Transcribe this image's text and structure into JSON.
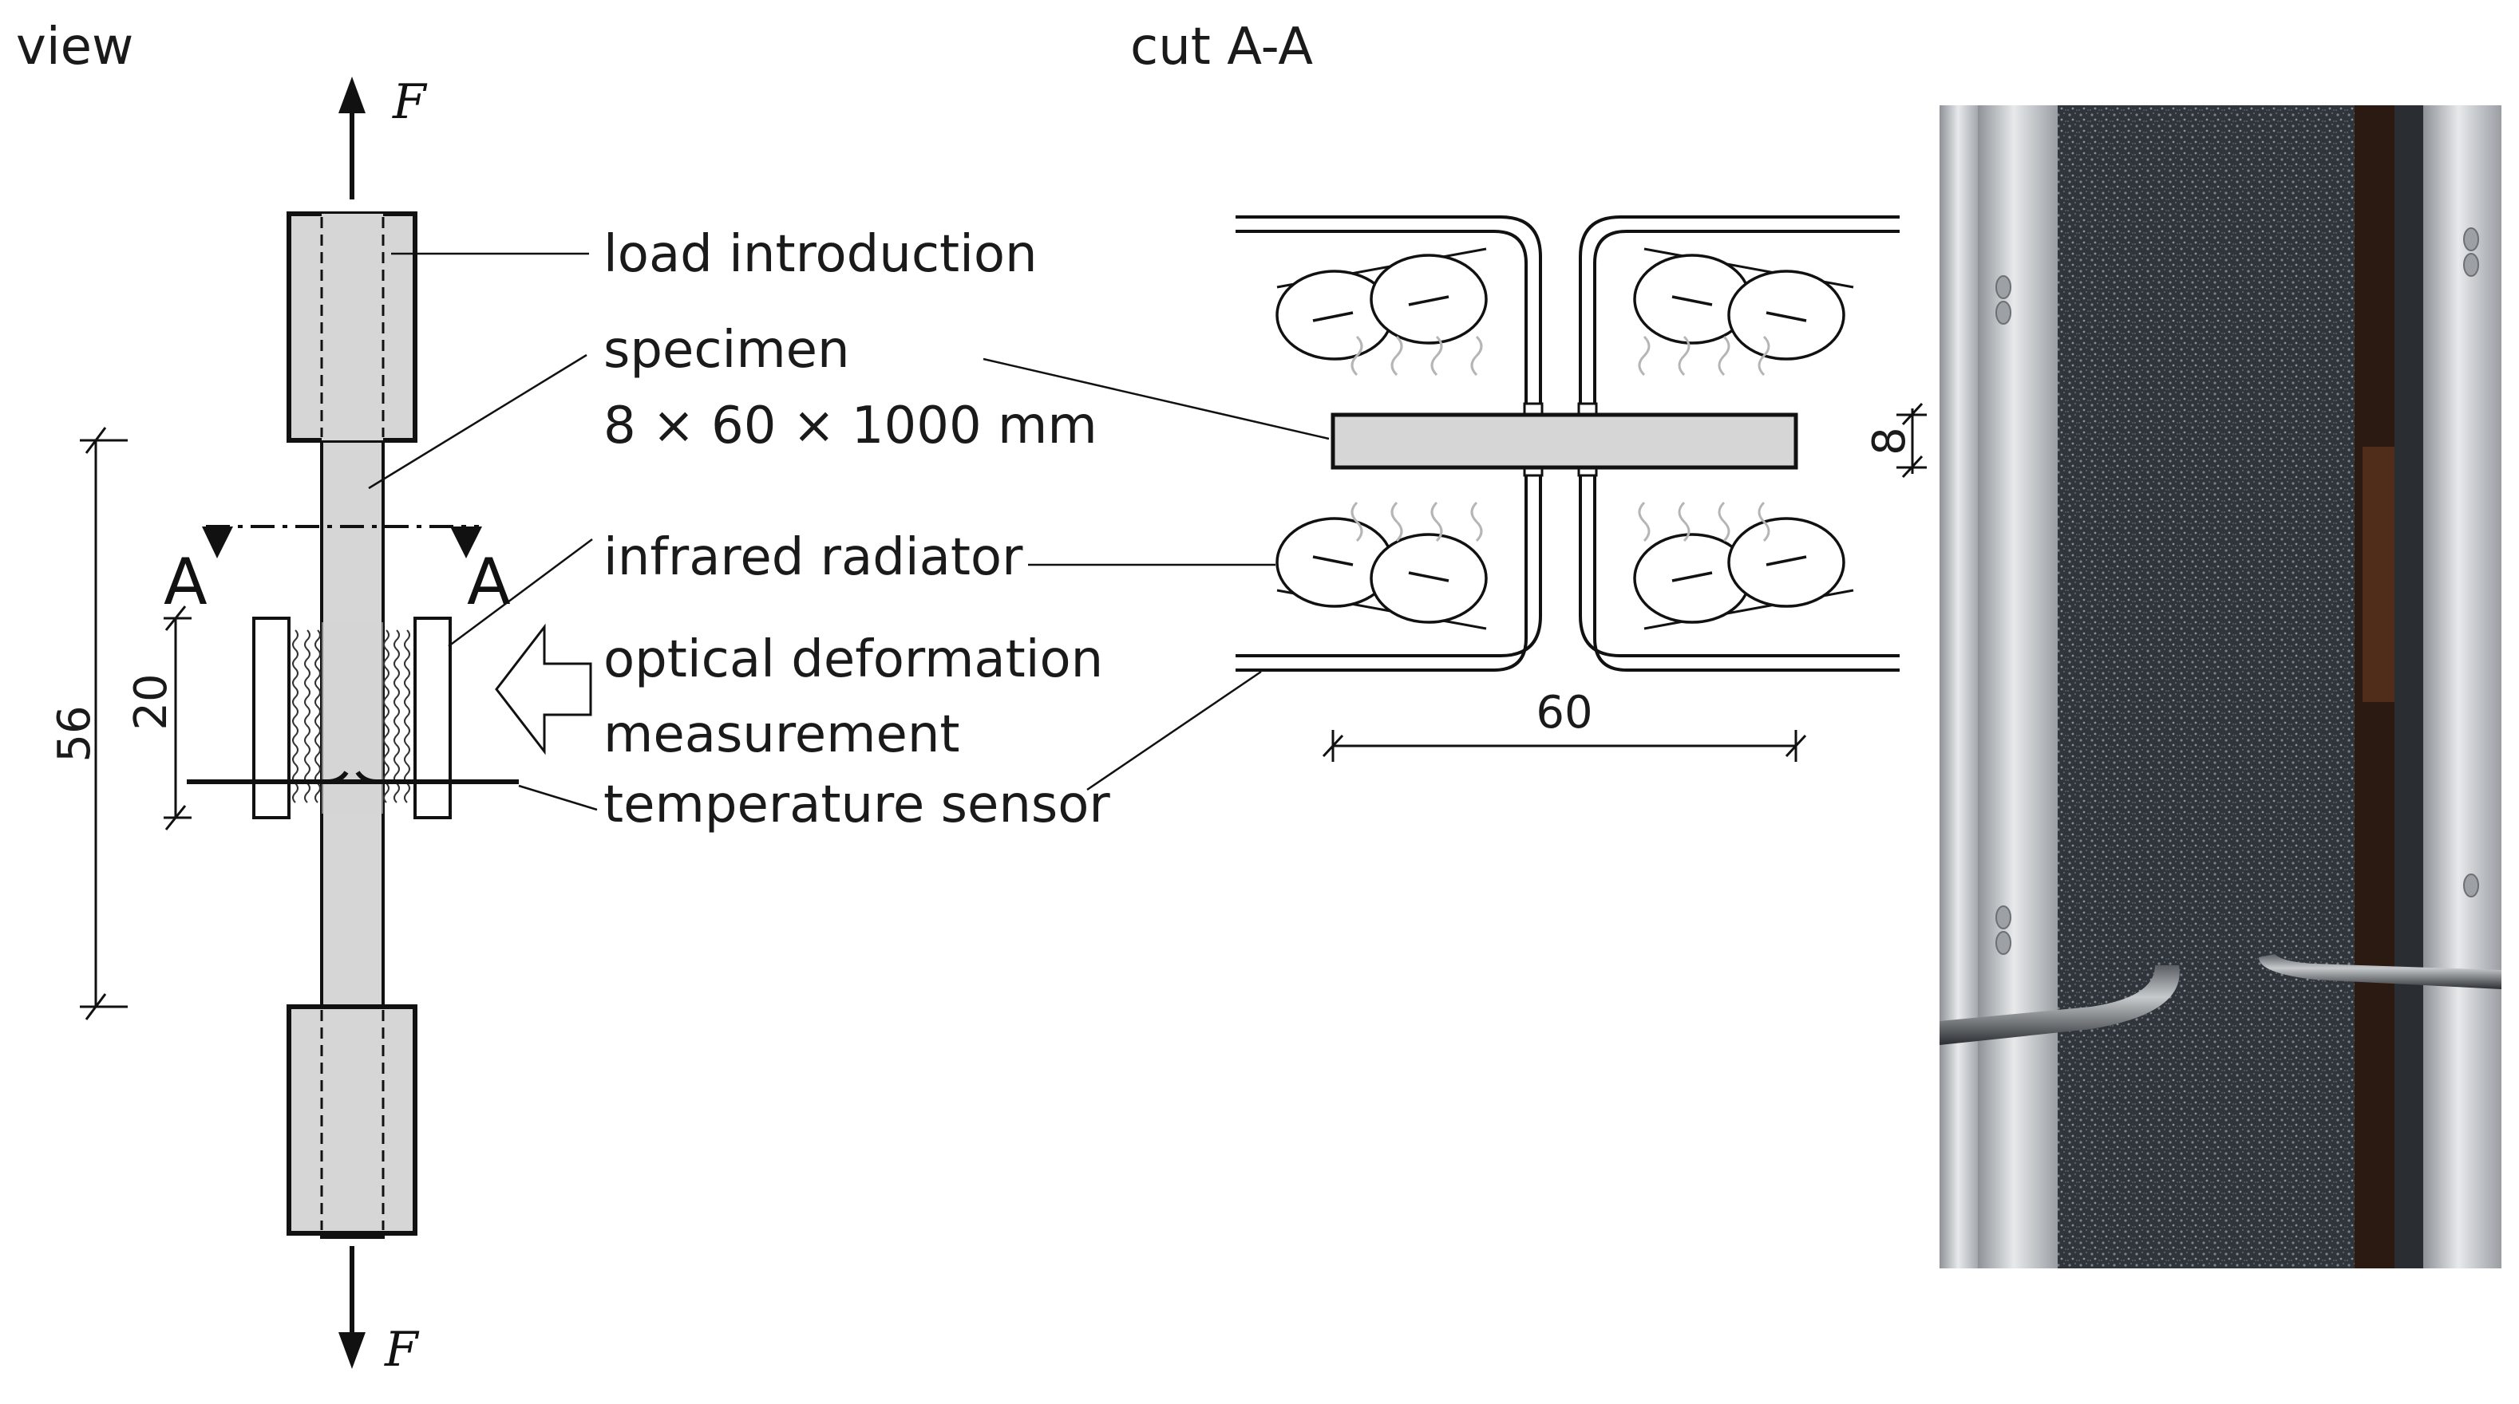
{
  "labels": {
    "view": "view",
    "cut": "cut A-A",
    "force": "F",
    "section_mark": "A",
    "load_introduction": "load introduction",
    "specimen": "specimen",
    "specimen_size": "8 × 60 × 1000 mm",
    "infrared_radiator": "infrared radiator",
    "optical_line1": "optical deformation",
    "optical_line2": "measurement",
    "temperature_sensor": "temperature sensor"
  },
  "dimensions": {
    "d56": "56",
    "d20": "20",
    "d60": "60",
    "d8": "8"
  },
  "colors": {
    "specimen_fill": "#d6d6d6",
    "line": "#111111",
    "heat_wave": "#b5b5b5",
    "speckle_dark": "#2f3338",
    "tube": "#c9ccd0"
  }
}
